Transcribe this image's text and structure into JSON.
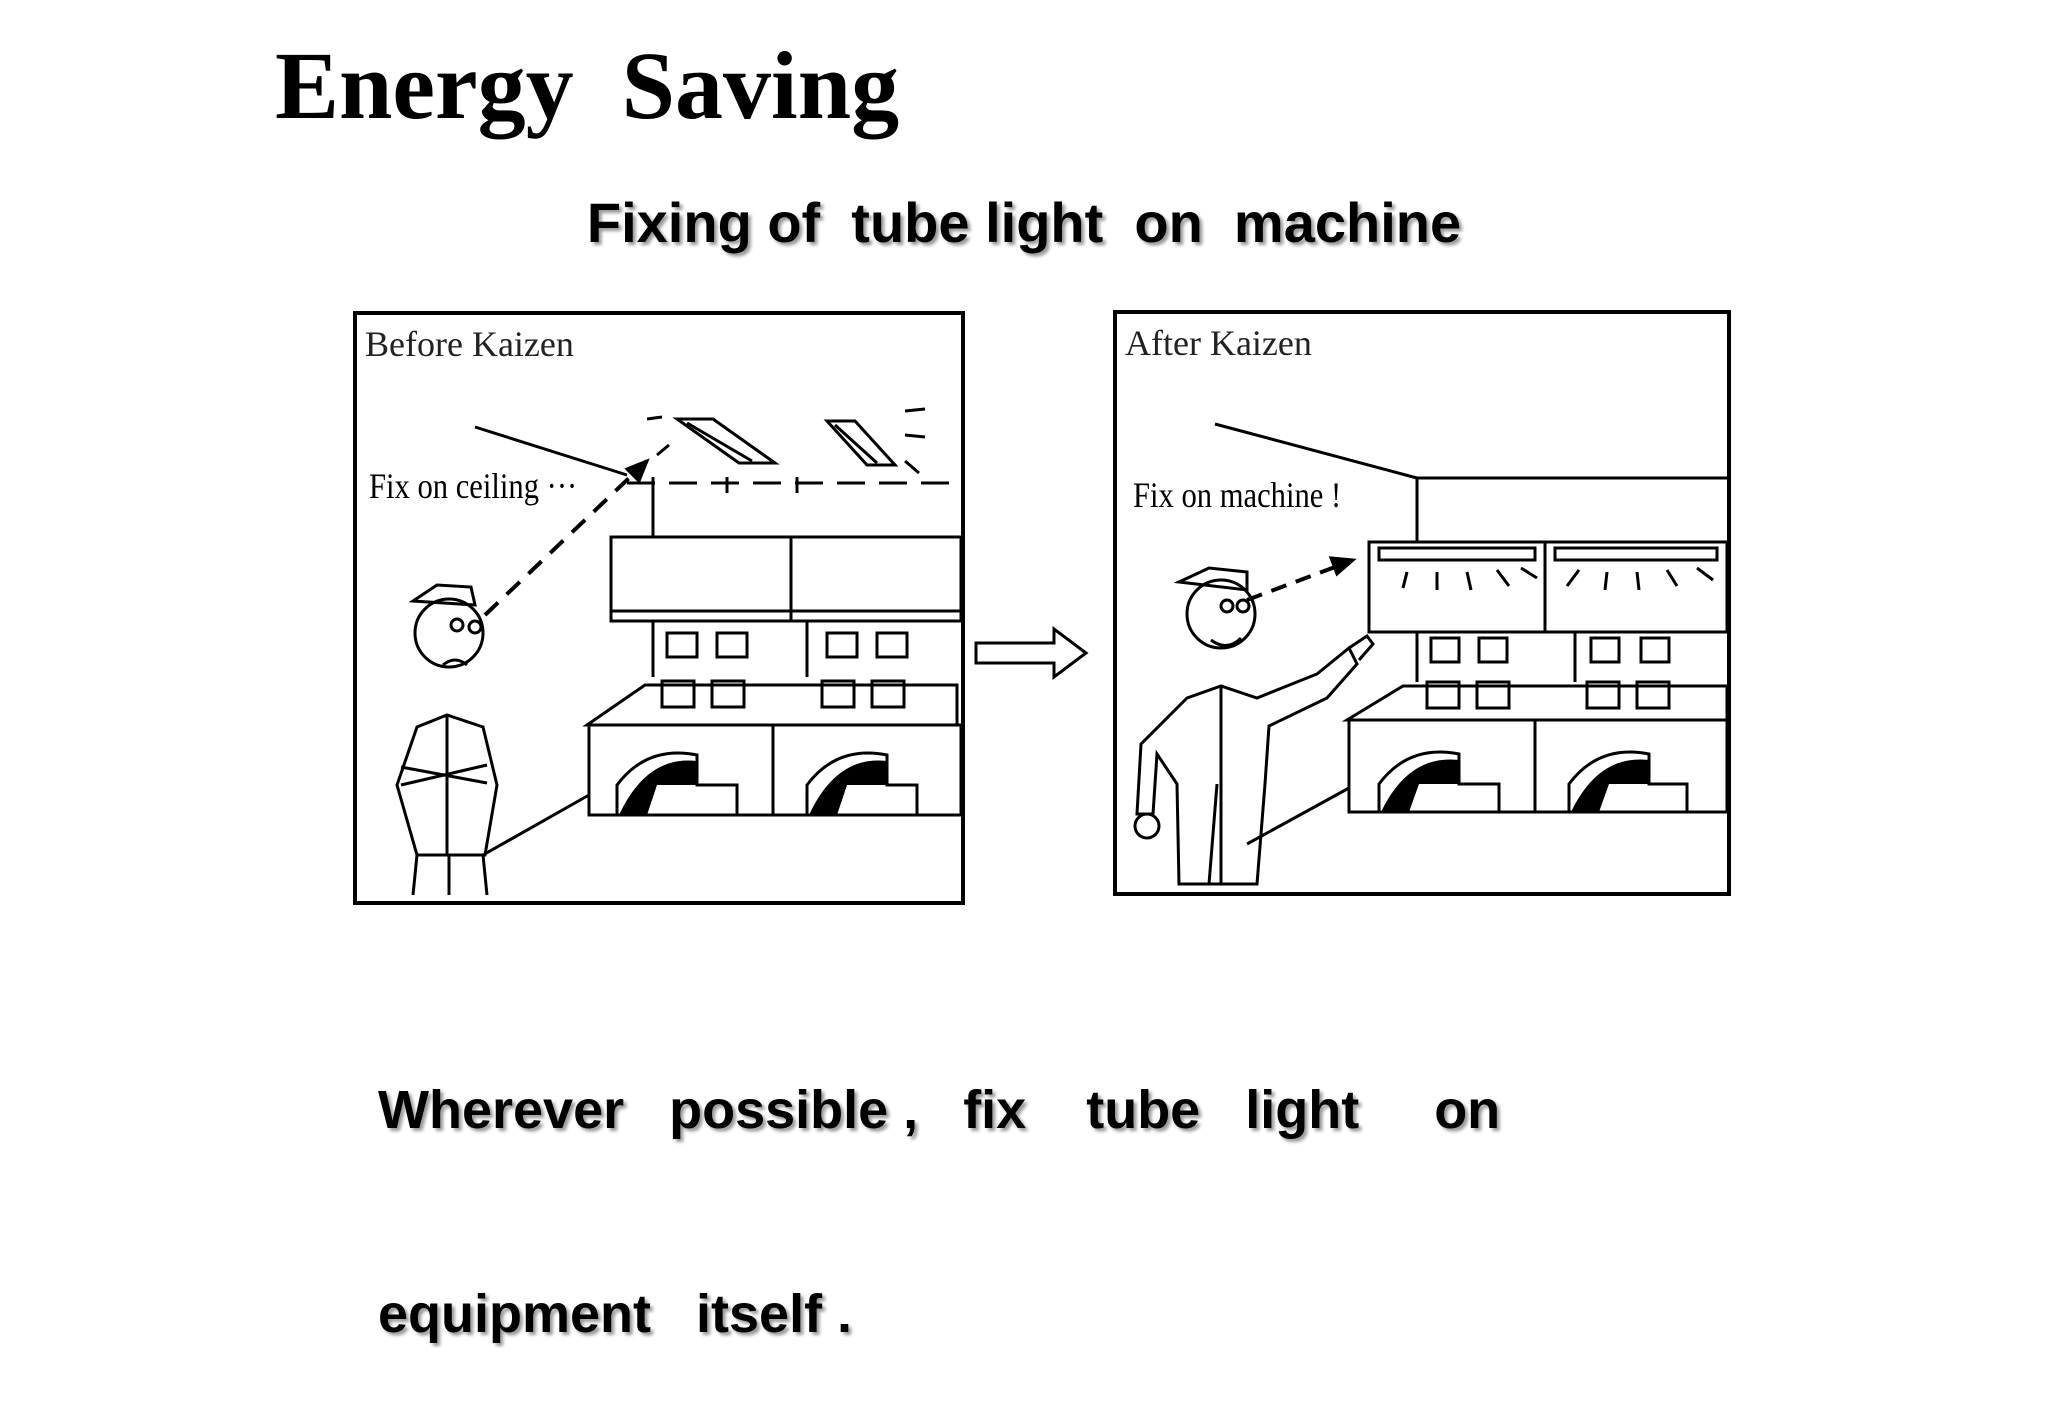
{
  "slide": {
    "title": "Energy  Saving",
    "subtitle": "Fixing of  tube light  on  machine",
    "caption_line1": "Wherever   possible ,   fix    tube   light     on",
    "caption_line2": "equipment   itself ."
  },
  "before_panel": {
    "label": "Before Kaizen",
    "callout": "Fix on ceiling ···"
  },
  "after_panel": {
    "label": "After Kaizen",
    "callout": "Fix on machine !"
  },
  "icons": {
    "transition": "right-arrow-icon"
  }
}
